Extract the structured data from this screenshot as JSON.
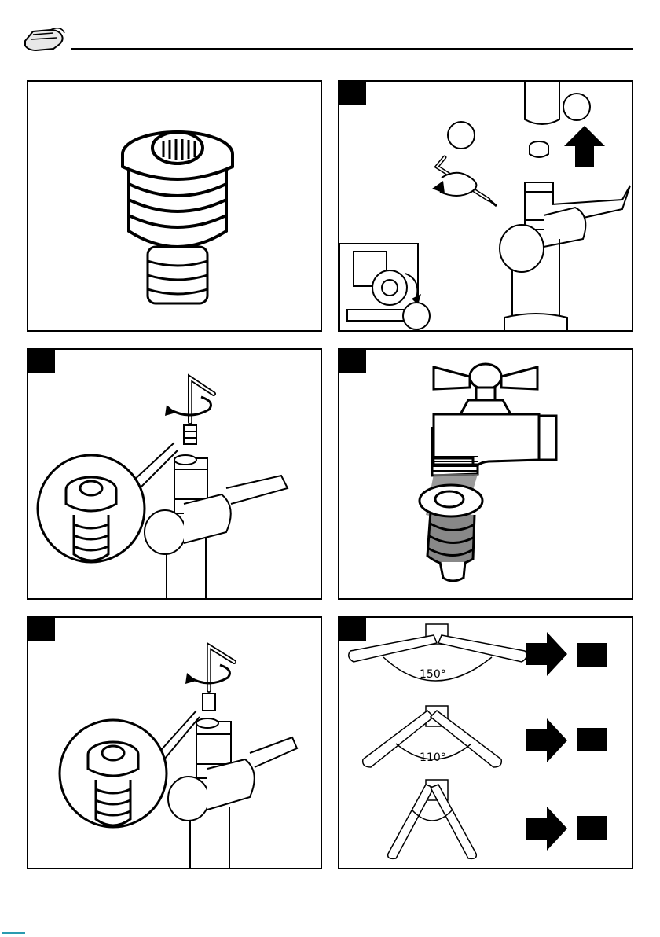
{
  "panels": {
    "p1": {
      "name": "filter-closeup"
    },
    "p2": {
      "name": "remove-aerator"
    },
    "p3": {
      "name": "insert-filter"
    },
    "p4": {
      "name": "flush-filter"
    },
    "p5": {
      "name": "reinsert-filter"
    },
    "p6": {
      "name": "spout-angles"
    }
  },
  "angles": {
    "a1": "150°",
    "a2": "110°"
  },
  "colors": {
    "ink": "#000000",
    "paper": "#ffffff",
    "shade": "#7a7a7a"
  },
  "icons": {
    "header": "hand-icon",
    "arrow": "arrow-right-icon"
  }
}
